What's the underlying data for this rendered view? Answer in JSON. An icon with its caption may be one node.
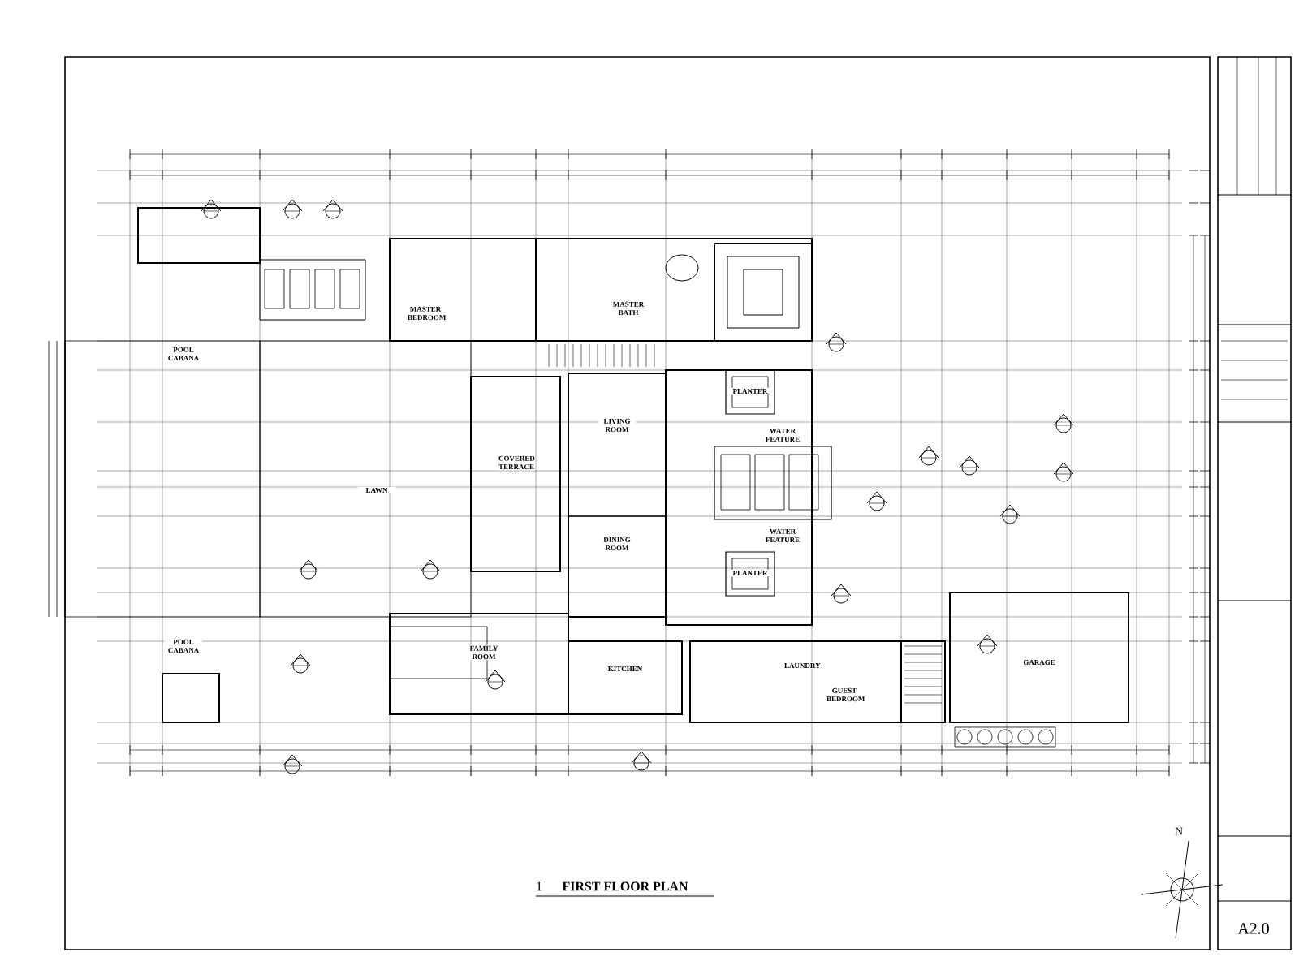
{
  "diagram": {
    "title": "FIRST FLOOR PLAN",
    "labels": [
      "POOL CABANA",
      "MASTER BEDROOM",
      "MASTER BATH",
      "PLANTER",
      "WATER FEATURE",
      "LIVING ROOM",
      "COVERED TERRACE",
      "LAWN",
      "DINING ROOM",
      "WATER FEATURE",
      "PLANTER",
      "POOL CABANA",
      "FAMILY ROOM",
      "KITCHEN",
      "LAUNDRY",
      "GARAGE",
      "GUEST BEDROOM",
      "N",
      "1",
      "A2.0"
    ]
  }
}
